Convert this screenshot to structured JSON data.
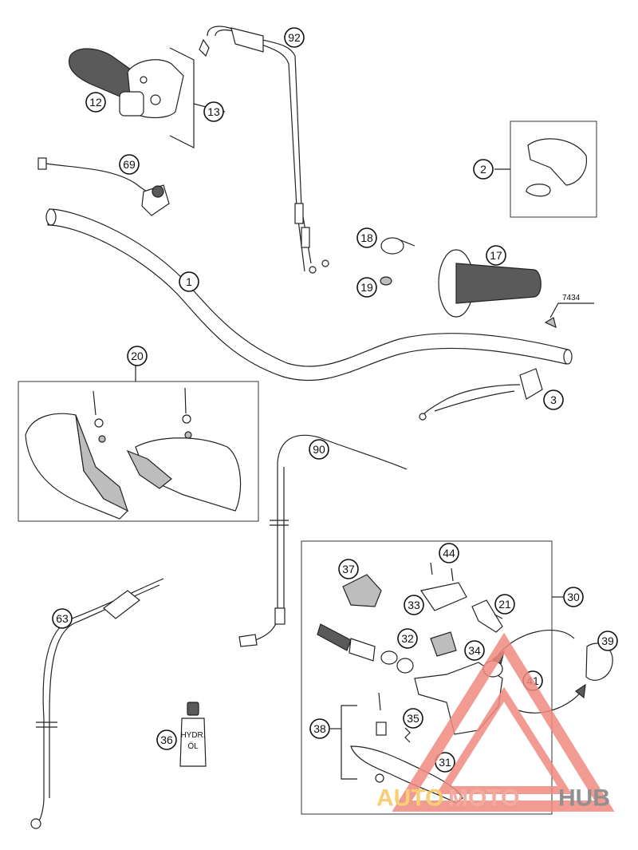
{
  "diagram": {
    "callouts": [
      {
        "id": "c92",
        "label": "92"
      },
      {
        "id": "c12",
        "label": "12"
      },
      {
        "id": "c13",
        "label": "13"
      },
      {
        "id": "c69",
        "label": "69"
      },
      {
        "id": "c2",
        "label": "2"
      },
      {
        "id": "c18",
        "label": "18"
      },
      {
        "id": "c17",
        "label": "17"
      },
      {
        "id": "c1",
        "label": "1"
      },
      {
        "id": "c19",
        "label": "19"
      },
      {
        "id": "c20",
        "label": "20"
      },
      {
        "id": "c3",
        "label": "3"
      },
      {
        "id": "c90",
        "label": "90"
      },
      {
        "id": "c44",
        "label": "44"
      },
      {
        "id": "c37",
        "label": "37"
      },
      {
        "id": "c21",
        "label": "21"
      },
      {
        "id": "c33",
        "label": "33"
      },
      {
        "id": "c30",
        "label": "30"
      },
      {
        "id": "c63",
        "label": "63"
      },
      {
        "id": "c32",
        "label": "32"
      },
      {
        "id": "c39",
        "label": "39"
      },
      {
        "id": "c34",
        "label": "34"
      },
      {
        "id": "c41",
        "label": "41"
      },
      {
        "id": "c35",
        "label": "35"
      },
      {
        "id": "c38",
        "label": "38"
      },
      {
        "id": "c36",
        "label": "36"
      },
      {
        "id": "c31",
        "label": "31"
      }
    ],
    "reference_code": "7434",
    "bottle_label_line1": "HYDR.",
    "bottle_label_line2": "ÖL"
  },
  "watermark": {
    "word_part1": "AUTO",
    "word_part2": "MOTO",
    "word_part3": "HUB",
    "color_part1": "#f7c65a",
    "color_part2": "#f29c8f",
    "color_part3": "#7d7d7d",
    "triangle_color": "#ef8a80"
  }
}
